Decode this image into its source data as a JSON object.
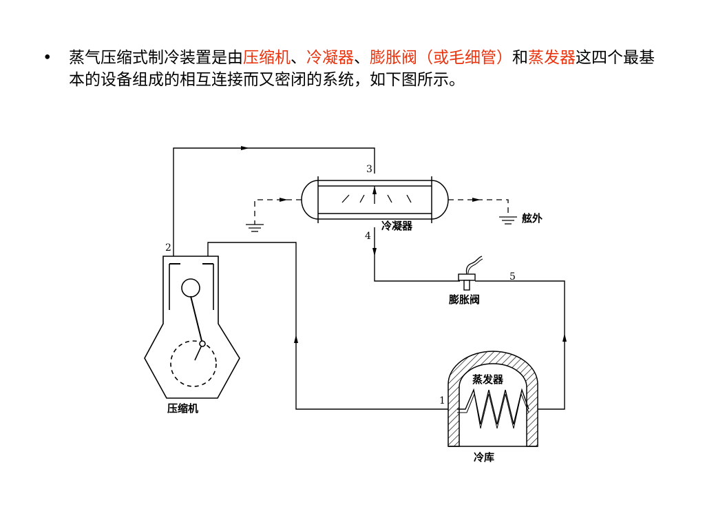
{
  "slide": {
    "bullet": "•",
    "parts": [
      {
        "text": "蒸气压缩式制冷装置是由",
        "highlight": false
      },
      {
        "text": "压缩机",
        "highlight": true
      },
      {
        "text": "、",
        "highlight": false
      },
      {
        "text": "冷凝器",
        "highlight": true
      },
      {
        "text": "、",
        "highlight": false
      },
      {
        "text": "膨胀阀（或毛细管）",
        "highlight": true
      },
      {
        "text": "和",
        "highlight": false
      },
      {
        "text": "蒸发器",
        "highlight": true
      },
      {
        "text": "这四个最基本的设备组成的相互连接而又密闭的系统，如下图所示。",
        "highlight": false
      }
    ],
    "highlight_color": "#e8330e"
  },
  "diagram": {
    "labels": {
      "condenser": "冷凝器",
      "outboard": "舷外",
      "expansion_valve": "膨胀阀",
      "compressor": "压缩机",
      "evaporator": "蒸发器",
      "cold_store": "冷库"
    },
    "points": {
      "p1": "1",
      "p2": "2",
      "p3": "3",
      "p4": "4",
      "p5": "5"
    }
  }
}
